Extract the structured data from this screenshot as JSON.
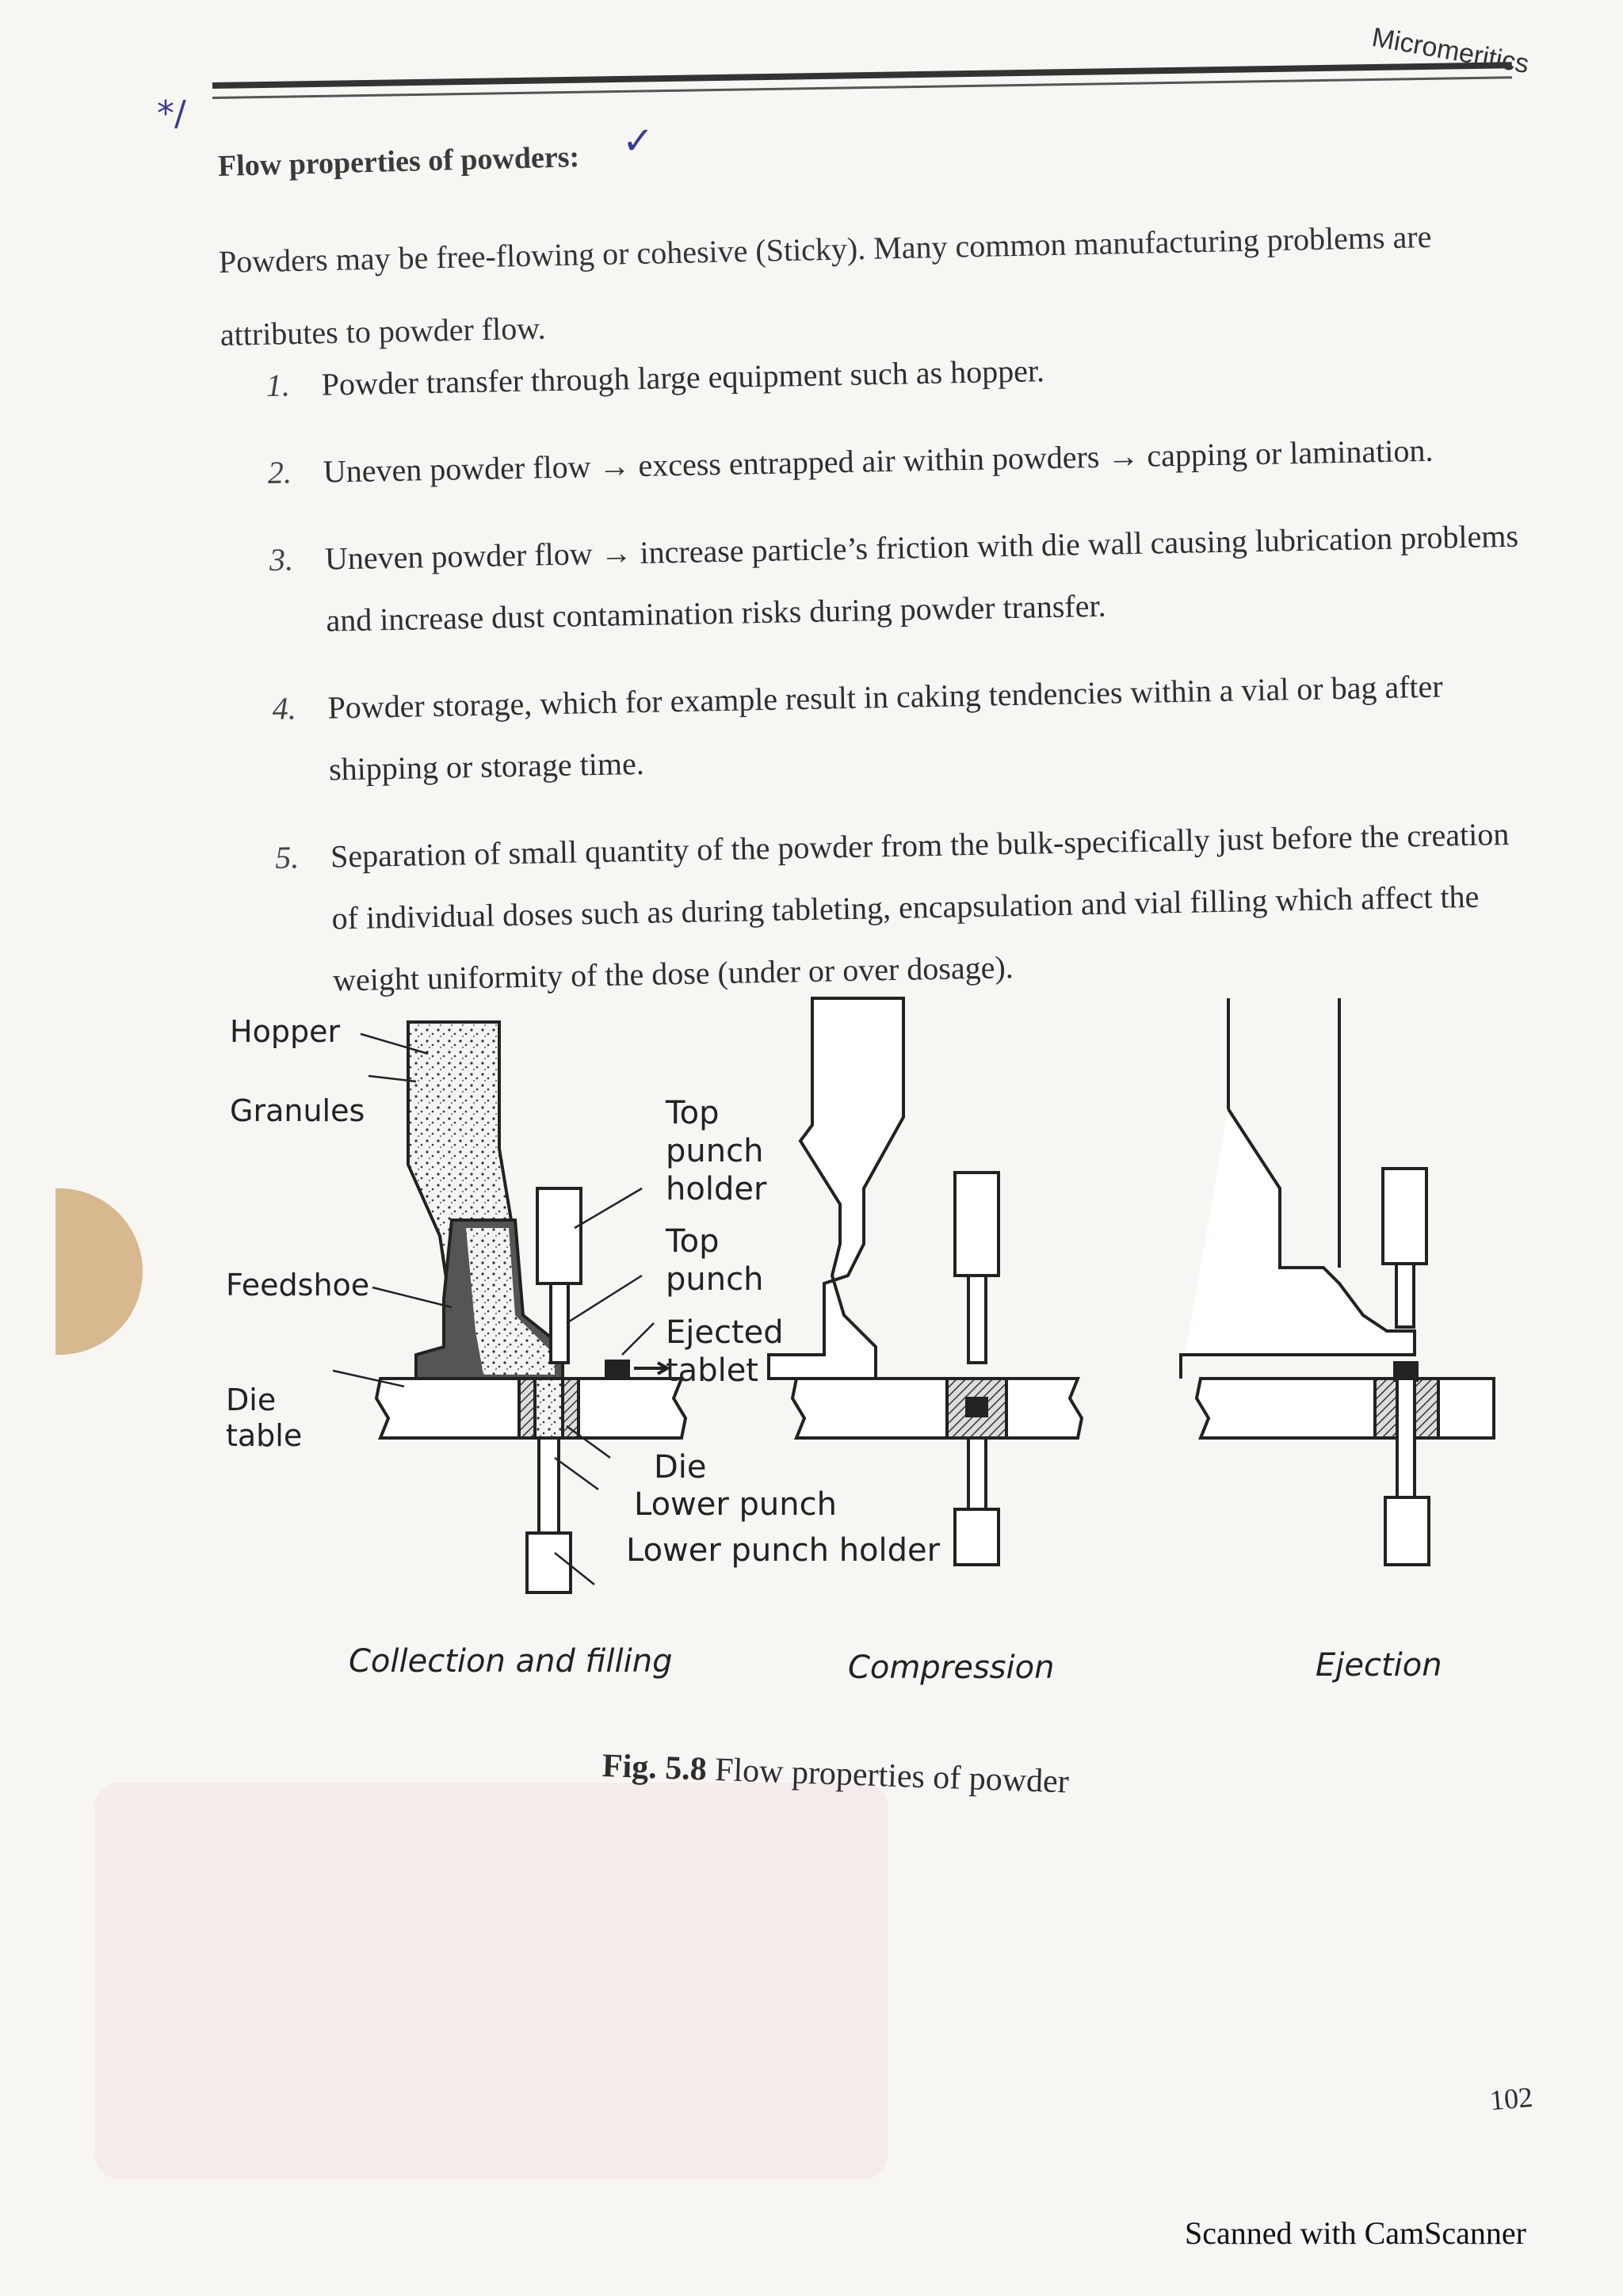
{
  "header": {
    "section": "Micromeritics"
  },
  "margin_mark": "*/",
  "heading": "Flow properties of powders:",
  "heading_tick": "✓",
  "intro": "Powders may be free-flowing or cohesive (Sticky). Many common manufacturing problems are attributes to powder flow.",
  "items": [
    {
      "num": "1.",
      "text": "Powder transfer through large equipment such as hopper."
    },
    {
      "num": "2.",
      "text": "Uneven powder flow → excess entrapped air within powders → capping or lamination."
    },
    {
      "num": "3.",
      "text": "Uneven powder flow → increase particle’s friction with die wall causing lubrication problems and increase dust contamination risks during powder transfer."
    },
    {
      "num": "4.",
      "text": "Powder storage, which for example result in caking tendencies within a vial or bag after shipping or storage time."
    },
    {
      "num": "5.",
      "text": "Separation of small quantity of the powder from the bulk-specifically just before the creation of individual doses such as during tableting, encapsulation and vial filling which affect the weight uniformity of the dose (under or over dosage)."
    }
  ],
  "figure": {
    "labels": {
      "hopper": "Hopper",
      "granules": "Granules",
      "feedshoe": "Feedshoe",
      "die_table_1": "Die",
      "die_table_2": "table",
      "top_punch_holder_1": "Top",
      "top_punch_holder_2": "punch",
      "top_punch_holder_3": "holder",
      "top_punch_1": "Top",
      "top_punch_2": "punch",
      "ejected_tablet_1": "Ejected",
      "ejected_tablet_2": "tablet",
      "die": "Die",
      "lower_punch": "Lower punch",
      "lower_punch_holder": "Lower punch holder"
    },
    "stages": [
      "Collection and filling",
      "Compression",
      "Ejection"
    ]
  },
  "caption": {
    "prefix": "Fig. 5.8",
    "text": "Flow properties of powder"
  },
  "page_number": "102",
  "footer": "Scanned with CamScanner"
}
